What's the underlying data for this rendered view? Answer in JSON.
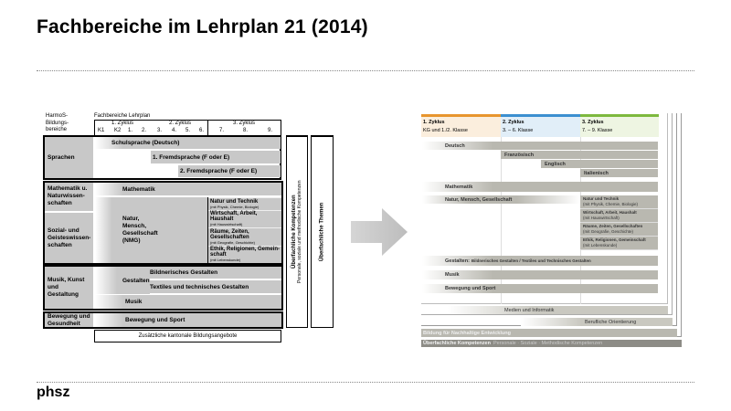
{
  "title": "Fachbereiche  im Lehrplan 21 (2014)",
  "footer_logo": "phsz",
  "left": {
    "harmos_header": "HarmoS-\nBildungs-\nbereiche",
    "fach_header": "Fachbereiche Lehrplan",
    "cycles": [
      "1. Zyklus",
      "2. Zyklus",
      "3. Zyklus"
    ],
    "classes": [
      "K1",
      "K2",
      "1.",
      "2.",
      "3.",
      "4.",
      "5.",
      "6.",
      "7.",
      "8.",
      "9."
    ],
    "areas": [
      "Sprachen",
      "Mathematik u. Naturwissen-schaften",
      "Sozial- und Geisteswissen-schaften",
      "Musik, Kunst und Gestaltung",
      "Bewegung und Gesundheit"
    ],
    "bars": {
      "schulsprache": "Schulsprache (Deutsch)",
      "fremd1": "1. Fremdsprache (F oder E)",
      "fremd2": "2. Fremdsprache (F oder E)",
      "mathematik": "Mathematik",
      "nmg": "Natur, Mensch, Gesellschaft (NMG)",
      "gestalten": "Gestalten",
      "bildnerisch": "Bildnerisches Gestalten",
      "textil": "Textiles und technisches Gestalten",
      "musik": "Musik",
      "bewegung": "Bewegung und Sport",
      "zusatz": "Zusätzliche kantonale Bildungsangebote"
    },
    "nmg_subjects": [
      {
        "name": "Natur und Technik",
        "note": "(mit Physik, Chemie, Biologie)"
      },
      {
        "name": "Wirtschaft, Arbeit, Haushalt",
        "note": "(mit Hauswirtschaft)"
      },
      {
        "name": "Räume, Zeiten, Gesellschaften",
        "note": "(mit Geografie, Geschichte)"
      },
      {
        "name": "Ethik, Religionen, Gemein-schaft",
        "note": "(mit Lebenskunde)"
      }
    ],
    "kompetenzen": "Überfachliche Kompetenzen",
    "kompetenzen_sub": "Personale, soziale und methodische Kompetenzen",
    "themen": "Überfachliche Themen"
  },
  "right": {
    "cycles": [
      {
        "name": "1. Zyklus",
        "classes": "KG und 1./2. Klasse",
        "color": "#e8952e",
        "bg": "#fbeedd"
      },
      {
        "name": "2. Zyklus",
        "classes": "3. – 6. Klasse",
        "color": "#3b8fd0",
        "bg": "#e1eef8"
      },
      {
        "name": "3. Zyklus",
        "classes": "7. – 9. Klasse",
        "color": "#7db93e",
        "bg": "#eef5e2"
      }
    ],
    "deutsch": "Deutsch",
    "franzoesisch": "Französisch",
    "englisch": "Englisch",
    "italienisch": "Italienisch",
    "mathematik": "Mathematik",
    "nmg": "Natur, Mensch, Gesellschaft",
    "nmg_subjects": [
      {
        "name": "Natur und Technik",
        "note": "(mit Physik, Chemie, Biologie)"
      },
      {
        "name": "Wirtschaft, Arbeit, Haushalt",
        "note": "(mit Hauswirtschaft)"
      },
      {
        "name": "Räume, Zeiten, Gesellschaften",
        "note": "(mit Geografie, Geschichte)"
      },
      {
        "name": "Ethik, Religionen, Gemeinschaft",
        "note": "(mit Lebenskunde)"
      }
    ],
    "gestalten": "Gestalten:",
    "gestalten_sub": "Bildnerisches Gestalten / Textiles und Technisches Gestalten",
    "musik": "Musik",
    "bewegung": "Bewegung und Sport",
    "medien": "Medien und Informatik",
    "beruf": "Berufliche Orientierung",
    "bne": "Bildung für Nachhaltige Entwicklung",
    "ueberfach": "Überfachliche Kompetenzen",
    "ueberfach_sub": "Personale · Soziale · Methodische Kompetenzen"
  }
}
